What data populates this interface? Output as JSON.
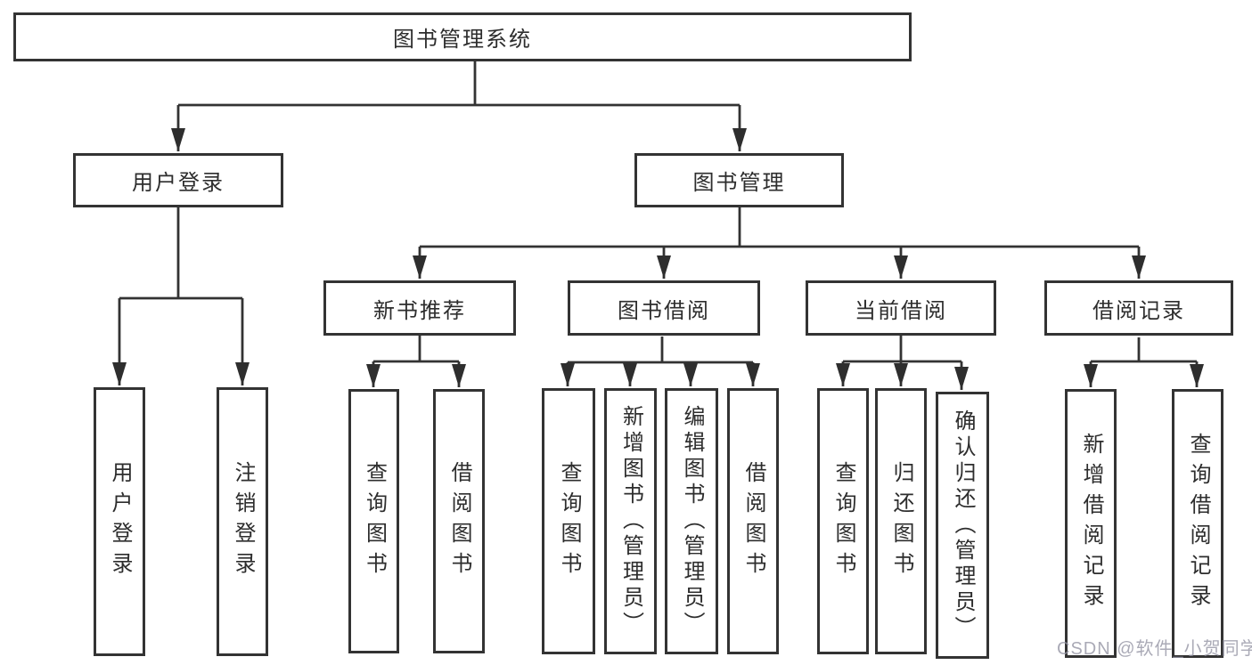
{
  "tree": {
    "root": {
      "label": "图书管理系统",
      "children": [
        {
          "label": "用户登录",
          "children": [
            {
              "label": "用户登录"
            },
            {
              "label": "注销登录"
            }
          ]
        },
        {
          "label": "图书管理",
          "children": [
            {
              "label": "新书推荐",
              "children": [
                {
                  "label": "查询图书"
                },
                {
                  "label": "借阅图书"
                }
              ]
            },
            {
              "label": "图书借阅",
              "children": [
                {
                  "label": "查询图书"
                },
                {
                  "label": "新增图书（管理员）"
                },
                {
                  "label": "编辑图书（管理员）"
                },
                {
                  "label": "借阅图书"
                }
              ]
            },
            {
              "label": "当前借阅",
              "children": [
                {
                  "label": "查询图书"
                },
                {
                  "label": "归还图书"
                },
                {
                  "label": "确认归还（管理员）"
                }
              ]
            },
            {
              "label": "借阅记录",
              "children": [
                {
                  "label": "新增借阅记录"
                },
                {
                  "label": "查询借阅记录"
                }
              ]
            }
          ]
        }
      ]
    }
  },
  "watermark": {
    "text": "CSDN @软件_小贺同学"
  },
  "style": {
    "line_color": "#333333",
    "text_color": "#2d2d2d",
    "background": "#ffffff",
    "watermark_color": "#9595a5"
  }
}
